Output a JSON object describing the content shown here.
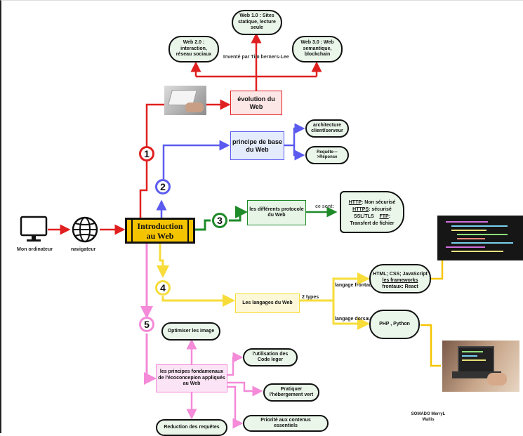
{
  "left": {
    "computer_label": "Mon ordinateur",
    "browser_label": "navigateur"
  },
  "center": {
    "title_line1": "Introduction",
    "title_line2": "au Web"
  },
  "numbers": [
    "1",
    "2",
    "3",
    "4",
    "5"
  ],
  "branch1": {
    "evolution": "évolution du Web",
    "web1": "Web 1.0 : Sites statique, lecture seule",
    "web2": "Web 2.0 : interaction, réseau sociaux",
    "web3": "Web 3.0 : Web semantique, blockchain",
    "inventor": "Inventé par Tim berners-Lee"
  },
  "branch2": {
    "principe": "principe de base du Web",
    "archi": "architecture client/serveur",
    "requete": "Requête--->Réponse"
  },
  "branch3": {
    "protocoles": "les différents protocole du Web",
    "ce_sont": "ce sont:",
    "http": "HTTP",
    "http_desc": ": Non sécurisé",
    "https": "HTTPS",
    "https_desc": ": sécurisé",
    "ssl": "SSL/TLS",
    "ftp": "FTP",
    "ftp_desc": ":",
    "transfert": "Transfert de fichier"
  },
  "branch4": {
    "langages": "Les langages du Web",
    "two_types": "2 types",
    "front_label": "langage frontaux",
    "back_label": "langage dorsaux",
    "front_line1": "HTML; CSS; JavaScript",
    "front_line2": "les frameworks",
    "front_line3": "frontaux: React",
    "back": "PHP , Python"
  },
  "branch5": {
    "principes": "les principes fondamenaux de l'écoconcepion  appliqués au Web",
    "optimiser": "Optimiser les image",
    "code": "l'utilisation des Code leger",
    "hebergement": "Pratiquer l'hébergement vert",
    "priorite": "Priorité aux contenus essentiels",
    "reduction": "Reduction des requêtes"
  },
  "credit": {
    "line1": "SOMADO MerryL",
    "line2": "Wallis"
  },
  "colors": {
    "red": "#e02020",
    "blue": "#5b5bf0",
    "green": "#1f8a2a",
    "yellow": "#f7dc3a",
    "pink": "#f48ad8",
    "gold": "#f5c400"
  }
}
